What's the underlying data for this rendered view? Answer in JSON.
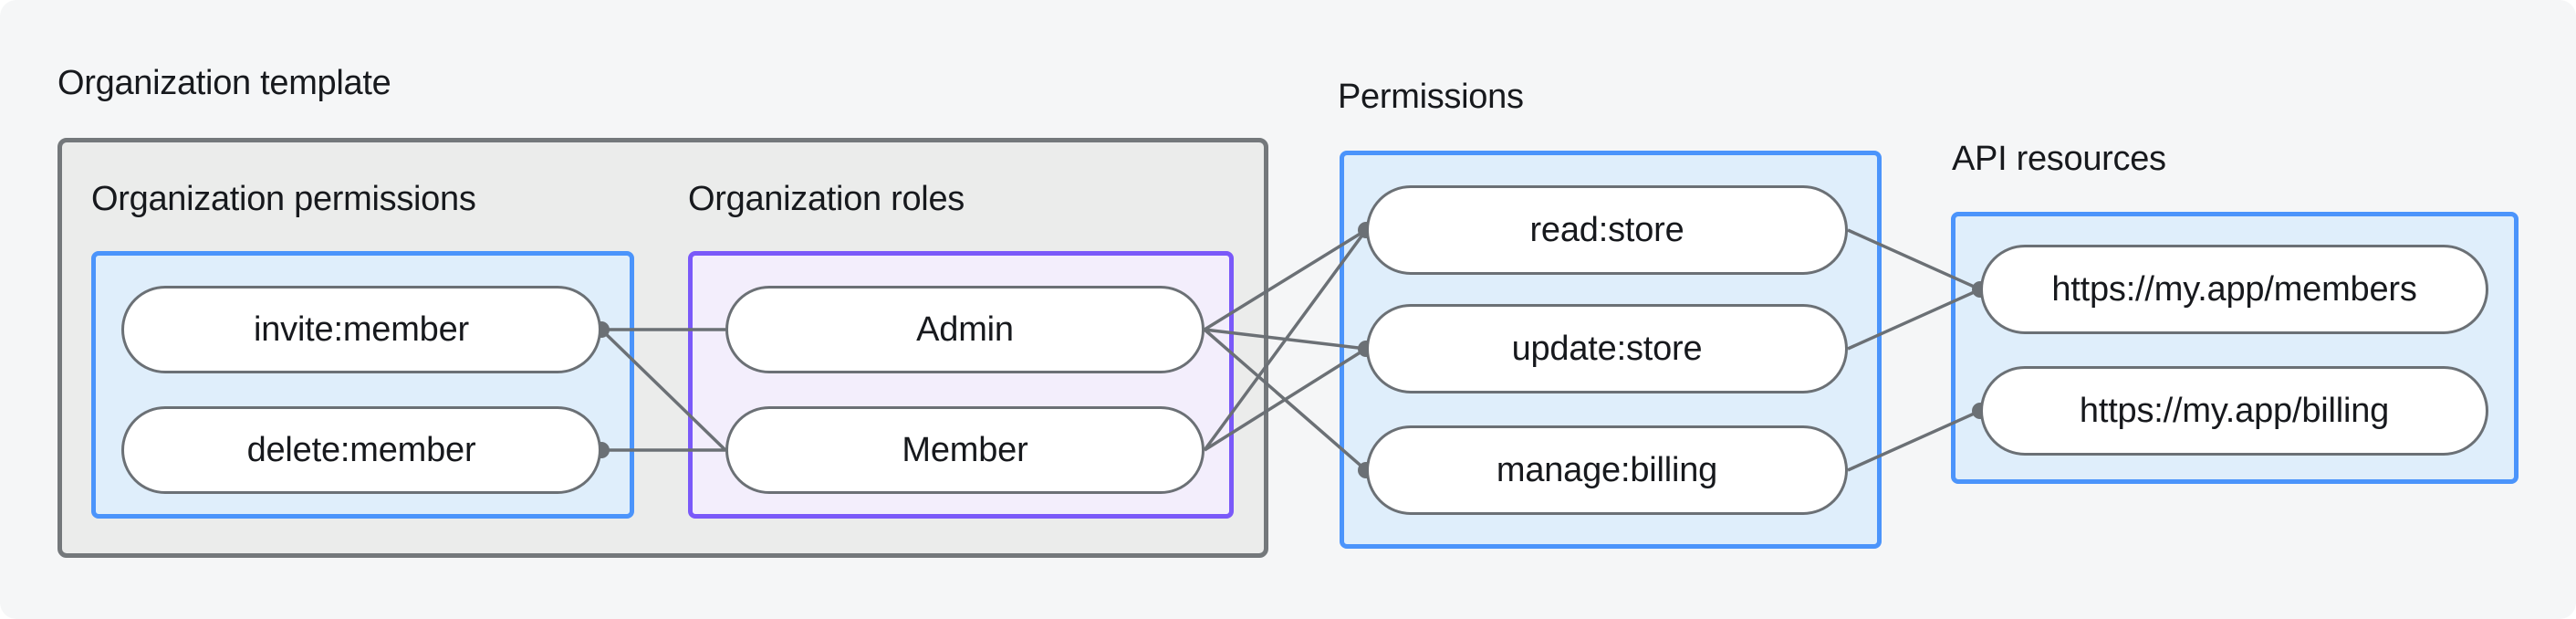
{
  "title": "Organization template",
  "sections": [
    {
      "label": "Organization permissions",
      "pills": [
        "invite:member",
        "delete:member"
      ]
    },
    {
      "label": "Organization roles",
      "pills": [
        "Admin",
        "Member"
      ]
    },
    {
      "label": "Permissions",
      "pills": [
        "read:store",
        "update:store",
        "manage:billing"
      ]
    },
    {
      "label": "API resources",
      "pills": [
        "https://my.app/members",
        "https://my.app/billing"
      ]
    }
  ],
  "edges": [
    {
      "from": "invite:member",
      "to": "Admin"
    },
    {
      "from": "invite:member",
      "to": "Member"
    },
    {
      "from": "delete:member",
      "to": "Member"
    },
    {
      "from": "Admin",
      "to": "read:store"
    },
    {
      "from": "Admin",
      "to": "update:store"
    },
    {
      "from": "Admin",
      "to": "manage:billing"
    },
    {
      "from": "Member",
      "to": "read:store"
    },
    {
      "from": "Member",
      "to": "update:store"
    },
    {
      "from": "read:store",
      "to": "https://my.app/members"
    },
    {
      "from": "update:store",
      "to": "https://my.app/members"
    },
    {
      "from": "manage:billing",
      "to": "https://my.app/billing"
    }
  ],
  "connector_dots": [
    "invite:member",
    "delete:member",
    "read:store",
    "update:store",
    "manage:billing",
    "https://my.app/members",
    "https://my.app/billing"
  ],
  "colors": {
    "background": "#f5f6f7",
    "container_fill": "#ebeceb",
    "container_border": "#74787b",
    "blue_fill": "#dfeefb",
    "blue_border": "#4b94fb",
    "purple_fill": "#f3eefc",
    "purple_border": "#7a59f9",
    "pill_fill": "#ffffff",
    "pill_border": "#6b7075",
    "connector": "#6b7075",
    "text": "#17191d"
  }
}
